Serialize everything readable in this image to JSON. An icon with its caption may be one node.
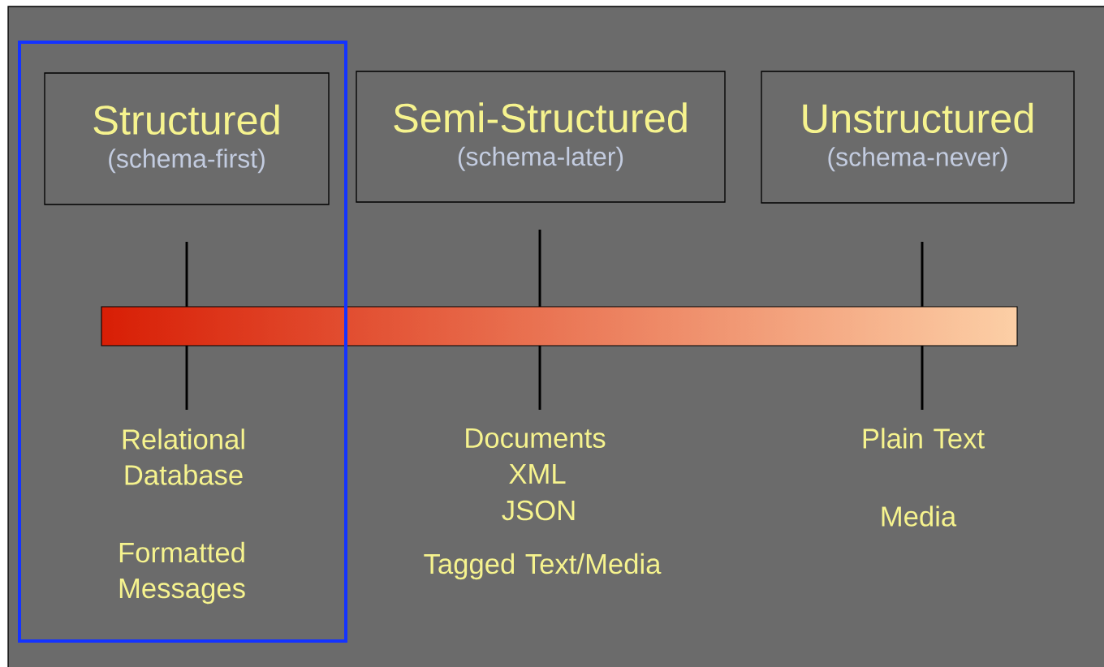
{
  "diagram": {
    "nodes": [
      {
        "text": [],
        "shape": "box"
      },
      {
        "text": [
          "Structured",
          "(schema-first)"
        ],
        "in": 0
      },
      {
        "text": [
          "Semi-Structured",
          "(schema-later)"
        ]
      },
      {
        "text": [
          "Unstructured",
          "(schema-never)"
        ]
      }
    ],
    "labels": [
      "Relational Database",
      "Formatted Messages",
      "Documents",
      "XML",
      "JSON",
      "Tagged Text/Media",
      "Plain Text",
      "Media"
    ]
  }
}
